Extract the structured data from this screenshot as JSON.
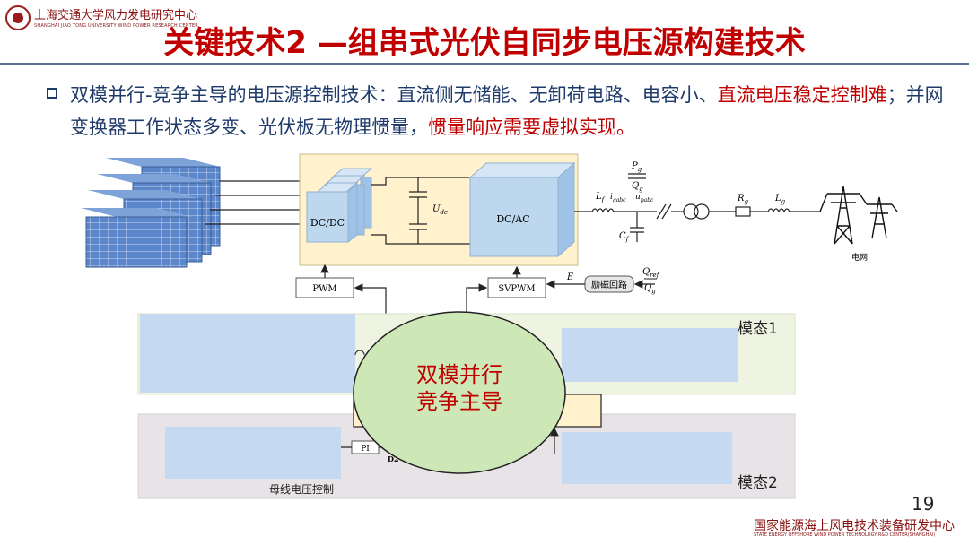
{
  "header": {
    "logo_name": "上海交通大学风力发电研究中心",
    "logo_sub": "SHANGHAI JIAO TONG UNIVERSITY WIND POWER RESEARCH CENTER",
    "title": "关键技术2 —组串式光伏自同步电压源构建技术"
  },
  "bullet": {
    "part1": "双模并行-竞争主导的电压源控制技术：直流侧无储能、无卸荷电路、电容小、",
    "part2_red": "直流电压稳定控制难",
    "part3": "；并网变换器工作状态多变、光伏板无物理惯量，",
    "part4_red": "惯量响应需要虚拟实现。"
  },
  "diagram": {
    "dcdc": "DC/DC",
    "dcac": "DC/AC",
    "udc": "U",
    "udc_sub": "dc",
    "pwm": "PWM",
    "svpwm": "SVPWM",
    "excitation": "励磁回路",
    "E": "E",
    "Qref": "Q",
    "Qref_sub": "ref",
    "Qg": "Q",
    "Qg_sub": "g",
    "Pg": "P",
    "Pg_sub": "g",
    "Lf": "L",
    "Lf_sub": "f",
    "igabc": "i",
    "igabc_sub": "gabc",
    "upabc": "u",
    "upabc_sub": "pabc",
    "Cf": "C",
    "Cf_sub": "f",
    "Rg": "R",
    "Rg_sub": "g",
    "Lg": "L",
    "Lg_sub": "g",
    "grid": "电网",
    "center_line1": "双模并行",
    "center_line2": "竞争主导",
    "mode1": "模态1",
    "mode2": "模态2",
    "pi": "PI",
    "d2": "D2",
    "bus_control": "母线电压控制",
    "colors": {
      "title": "#c00000",
      "text": "#1f3b6b",
      "mode1_bg": "#eef3e2",
      "mode2_bg": "#e8e3e6",
      "circle": "#cde8b6",
      "panel_bg": "#fff2cc",
      "block": "#bdd7ee",
      "hidden": "#c5d9f1"
    }
  },
  "footer": {
    "page": "19",
    "cn": "国家能源海上风电技术装备研发中心",
    "en": "STATE ENERGY OFFSHORE WIND POWER TECHNOLOGY R&D CENTER(SHANGHAI)"
  }
}
